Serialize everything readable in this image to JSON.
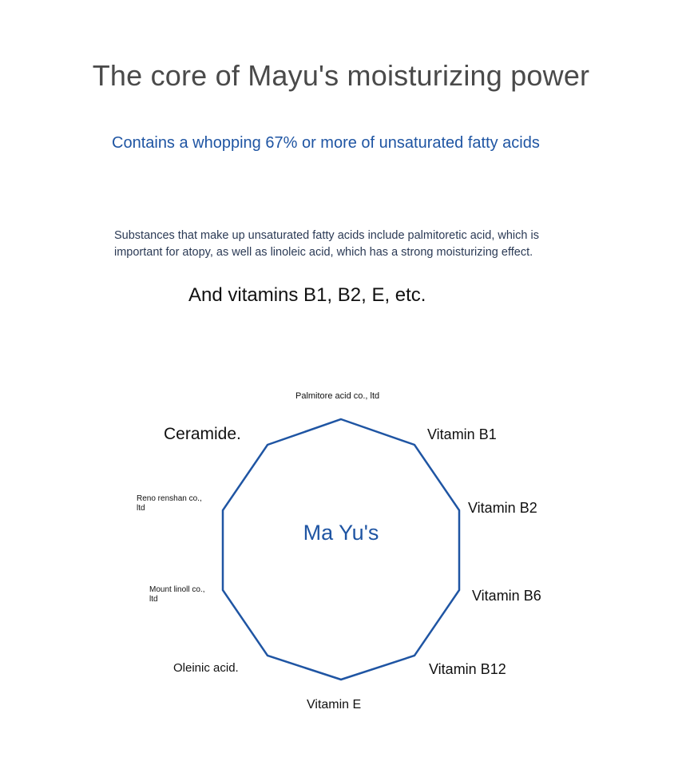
{
  "header": {
    "title": "The core of Mayu's moisturizing power",
    "subtitle": "Contains a whopping 67% or more of unsaturated fatty acids"
  },
  "body": {
    "paragraph": "Substances that make up unsaturated fatty acids include palmitoretic acid, which is important for atopy, as well as linoleic acid, which has a strong moisturizing effect.",
    "vitamins_line": "And vitamins B1, B2, E, etc."
  },
  "diagram": {
    "center": "Ma Yu's",
    "outline_color": "#1f55a3",
    "components": [
      "Palmitore acid co., ltd",
      "Vitamin B1",
      "Vitamin B2",
      "Vitamin B6",
      "Vitamin B12",
      "Vitamin E",
      "Oleinic acid.",
      "Mount linoll co., ltd",
      "Reno renshan co., ltd",
      "Ceramide."
    ]
  }
}
